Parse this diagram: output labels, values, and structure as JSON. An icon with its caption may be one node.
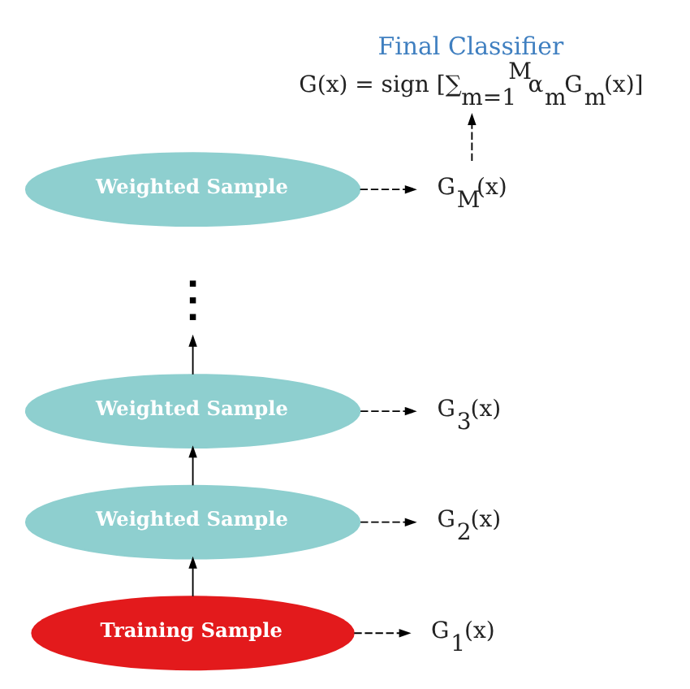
{
  "diagram": {
    "nodes": [
      {
        "text": [
          "Final Classifier",
          "G(x) = sign [∑$_{m=1}$$^{M}$α$_{m}$G$_{m}$(x)]"
        ]
      },
      {
        "text": [
          "Weighted Sample"
        ]
      },
      {
        "text": [
          "G$_{M}$(x)"
        ]
      },
      {
        "text": [],
        "shape": "dots"
      },
      {
        "text": [
          "Weighted Sample"
        ]
      },
      {
        "text": [
          "G$_{3}$(x)"
        ]
      },
      {
        "text": [
          "Weighted Sample"
        ]
      },
      {
        "text": [
          "G$_{2}$(x)"
        ]
      },
      {
        "text": [
          "Training Sample"
        ]
      },
      {
        "text": [
          "G$_{1}$(x)"
        ]
      }
    ],
    "edges": [
      {
        "from": 2,
        "to": 0,
        "arrow": "to",
        "style": "dashed"
      },
      {
        "from": 1,
        "to": 2,
        "arrow": "to",
        "style": "dashed"
      },
      {
        "from": 4,
        "to": 3,
        "arrow": "to"
      },
      {
        "from": 4,
        "to": 5,
        "arrow": "to",
        "style": "dashed"
      },
      {
        "from": 6,
        "to": 4,
        "arrow": "to"
      },
      {
        "from": 6,
        "to": 7,
        "arrow": "to",
        "style": "dashed"
      },
      {
        "from": 8,
        "to": 6,
        "arrow": "to"
      },
      {
        "from": 8,
        "to": 9,
        "arrow": "to",
        "style": "dashed"
      }
    ]
  }
}
